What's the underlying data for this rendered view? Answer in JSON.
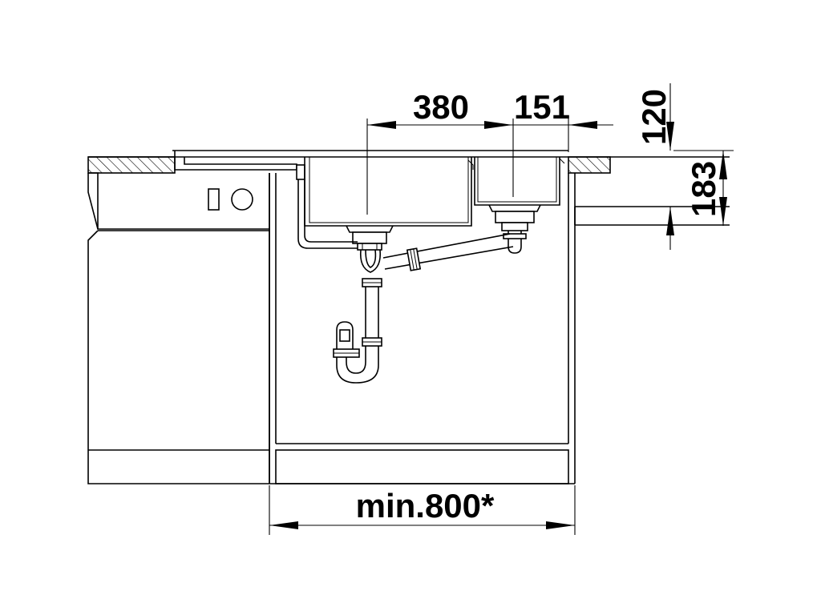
{
  "dimensions": {
    "bowl_main_width": "380",
    "bowl_small_width": "151",
    "top_height": "120",
    "bowl_depth": "183",
    "cabinet_min_width": "min.800*"
  },
  "colors": {
    "line": "#000000",
    "background": "#ffffff"
  }
}
